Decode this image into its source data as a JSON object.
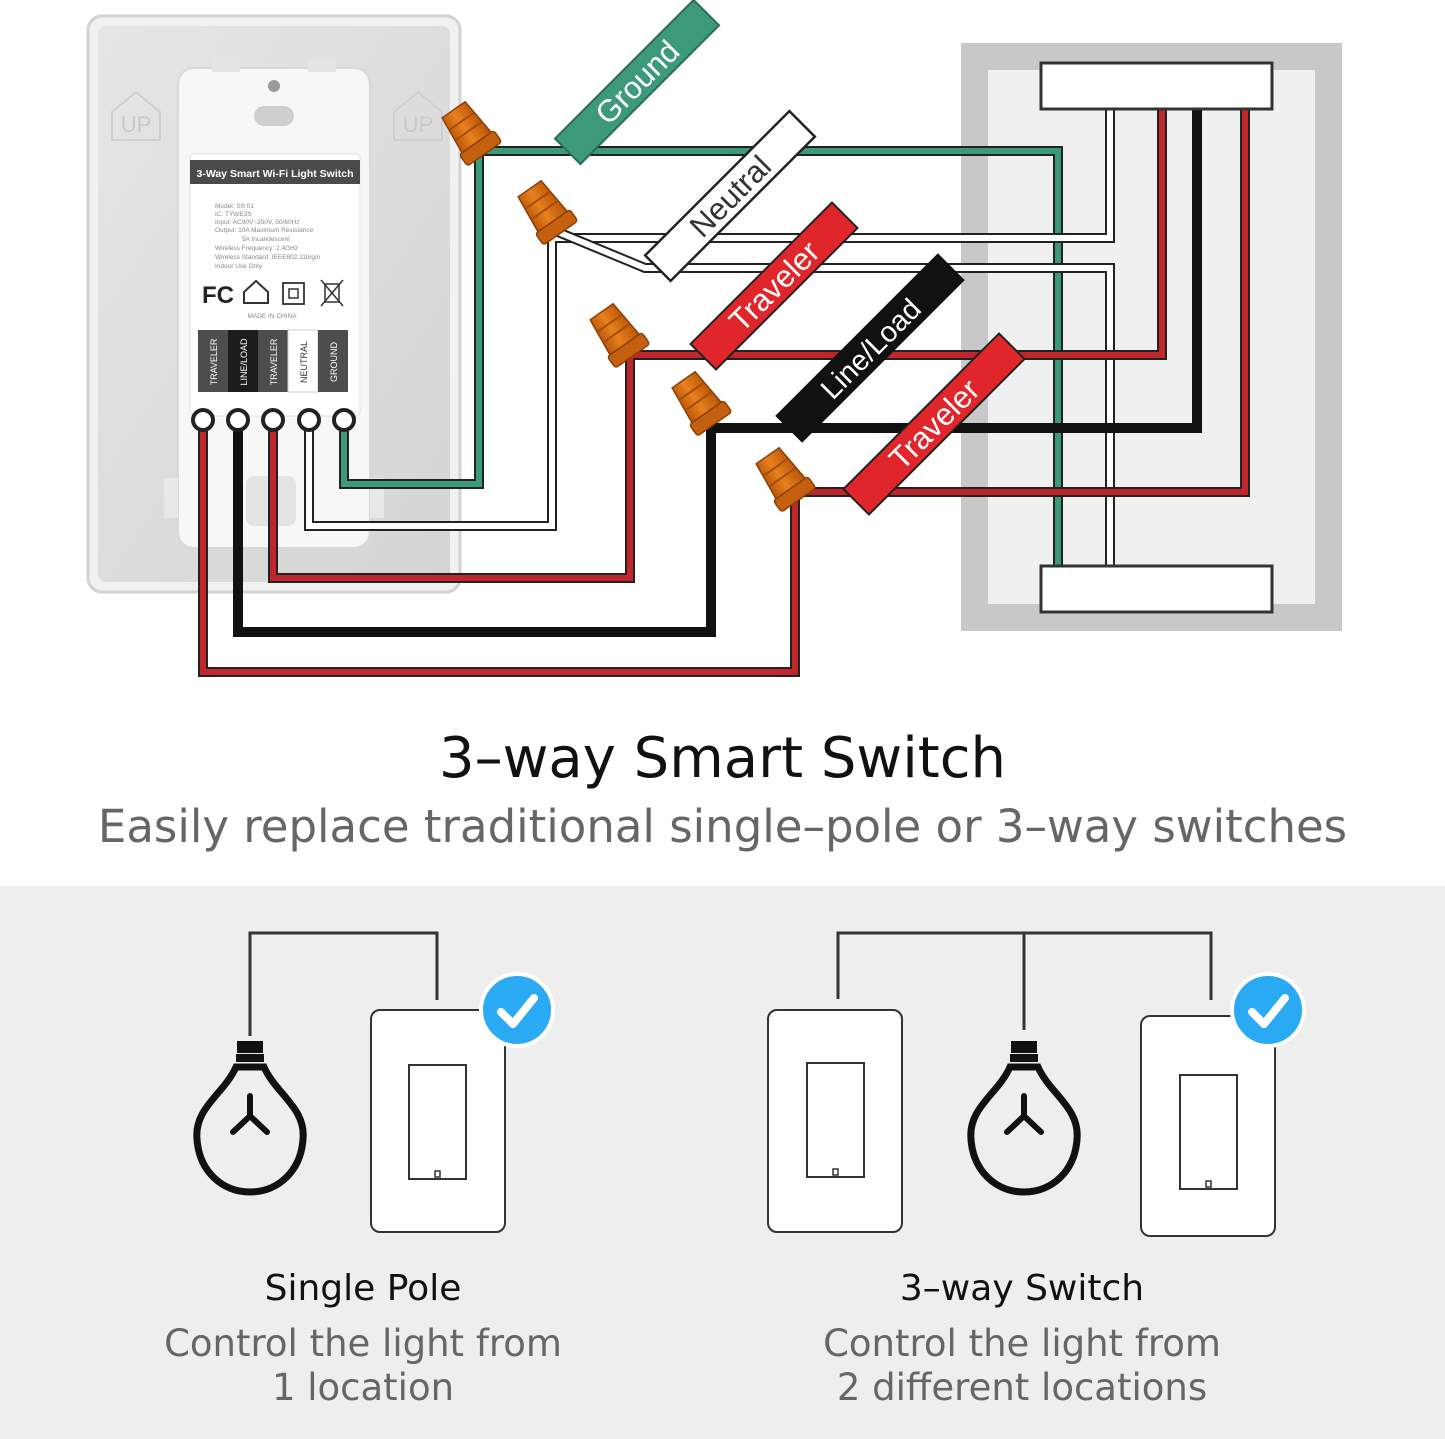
{
  "device": {
    "label_title": "3-Way Smart Wi-Fi Light Switch",
    "spec_lines": [
      "Model: SS 01",
      "IC: TYWE3S",
      "Input: AC90V~250V, 50/60Hz",
      "Output: 10A Maximum Resistance",
      "5A Incandescent",
      "Wireless Frequency: 2.4GHz",
      "Wireless Standard: IEEE802.11b/g/n",
      "Indoor Use Only"
    ],
    "made_in": "MADE IN CHINA",
    "cert_fc": "FC",
    "plate_marks": [
      "UP",
      "UP"
    ],
    "terminals": [
      "TRAVELER",
      "LINE/LOAD",
      "TRAVELER",
      "NEUTRAL",
      "GROUND"
    ]
  },
  "wire_tags": {
    "ground": "Ground",
    "neutral": "Neutral",
    "traveler_1": "Traveler",
    "line_load": "Line/Load",
    "traveler_2": "Traveler"
  },
  "colors": {
    "ground": "#3d9a78",
    "neutral": "#ffffff",
    "traveler": "#e0262b",
    "traveler_wire": "#c0272d",
    "line_load": "#111111",
    "wire_nut": "#d66a14",
    "check_badge": "#29aaf3",
    "panel_bg": "#eeeeef"
  },
  "heading": {
    "title": "3–way Smart Switch",
    "subtitle": "Easily replace traditional single–pole or 3–way switches"
  },
  "options": [
    {
      "title": "Single Pole",
      "desc_line1": "Control the light from",
      "desc_line2": "1 location",
      "icons": [
        "light-bulb-icon",
        "wall-switch-icon",
        "checkmark-icon"
      ]
    },
    {
      "title": "3–way Switch",
      "desc_line1": "Control the light from",
      "desc_line2": "2 different locations",
      "icons": [
        "wall-switch-icon",
        "light-bulb-icon",
        "wall-switch-icon",
        "checkmark-icon"
      ]
    }
  ]
}
